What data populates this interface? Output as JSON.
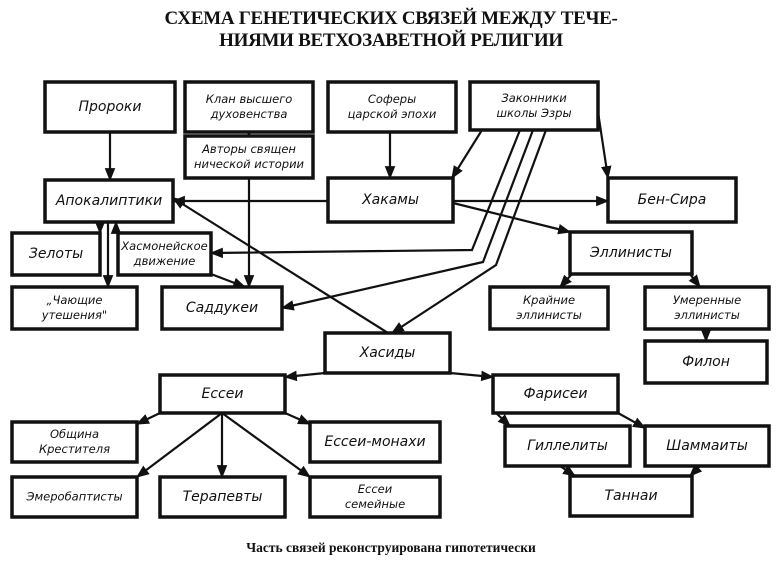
{
  "title": {
    "line1": "СХЕМА ГЕНЕТИЧЕСКИХ СВЯЗЕЙ МЕЖДУ ТЕЧЕ-",
    "line2": "НИЯМИ ВЕТХОЗАВЕТНОЙ РЕЛИГИИ"
  },
  "caption": "Часть связей реконструирована гипотетически",
  "nodes": {
    "proroki": [
      "Пророки"
    ],
    "klan": [
      "Клан высшего",
      "духовенства"
    ],
    "avtory": [
      "Авторы священ",
      "нической истории"
    ],
    "sofery": [
      "Соферы",
      "царской эпохи"
    ],
    "zakonniki": [
      "Законники",
      "школы Эзры"
    ],
    "apokaliptiki": [
      "Апокалиптики"
    ],
    "hakamy": [
      "Хакамы"
    ],
    "ben_sira": [
      "Бен-Сира"
    ],
    "zeloty": [
      "Зелоты"
    ],
    "hasmonei": [
      "Хасмонейское",
      "движение"
    ],
    "chayushchie": [
      "„Чающие",
      "утешения\""
    ],
    "sadducei": [
      "Саддукеи"
    ],
    "ellinisty": [
      "Эллинисты"
    ],
    "krainie": [
      "Крайние",
      "эллинисты"
    ],
    "umerennye": [
      "Умеренные",
      "эллинисты"
    ],
    "filon": [
      "Филон"
    ],
    "hasidy": [
      "Хасиды"
    ],
    "essei": [
      "Ессеи"
    ],
    "farisei": [
      "Фарисеи"
    ],
    "obshchina": [
      "Община",
      "Крестителя"
    ],
    "essei_monahi": [
      "Ессеи-монахи"
    ],
    "gilleliti": [
      "Гиллелиты"
    ],
    "shammaity": [
      "Шаммаиты"
    ],
    "emerobaptisty": [
      "Эмеробаптисты"
    ],
    "terapevty": [
      "Терапевты"
    ],
    "essei_semeinye": [
      "Ессеи",
      "семейные"
    ],
    "tannai": [
      "Таннаи"
    ]
  },
  "edges": [
    [
      "proroki",
      "apokaliptiki"
    ],
    [
      "klan",
      "avtory"
    ],
    [
      "avtory",
      "sadducei"
    ],
    [
      "sofery",
      "hakamy"
    ],
    [
      "zakonniki",
      "hakamy"
    ],
    [
      "zakonniki",
      "ben_sira"
    ],
    [
      "zakonniki",
      "hasmonei"
    ],
    [
      "zakonniki",
      "sadducei"
    ],
    [
      "zakonniki",
      "hasidy"
    ],
    [
      "hakamy",
      "apokaliptiki"
    ],
    [
      "hakamy",
      "ben_sira"
    ],
    [
      "hakamy",
      "ellinisty"
    ],
    [
      "apokaliptiki",
      "zeloty"
    ],
    [
      "apokaliptiki",
      "chayushchie"
    ],
    [
      "hasmonei",
      "apokaliptiki"
    ],
    [
      "hasmonei",
      "sadducei"
    ],
    [
      "hasidy",
      "apokaliptiki"
    ],
    [
      "ellinisty",
      "krainie"
    ],
    [
      "ellinisty",
      "umerennye"
    ],
    [
      "umerennye",
      "filon"
    ],
    [
      "hasidy",
      "essei"
    ],
    [
      "hasidy",
      "farisei"
    ],
    [
      "essei",
      "obshchina"
    ],
    [
      "essei",
      "essei_monahi"
    ],
    [
      "essei",
      "emerobaptisty"
    ],
    [
      "essei",
      "terapevty"
    ],
    [
      "essei",
      "essei_semeinye"
    ],
    [
      "farisei",
      "gilleliti"
    ],
    [
      "farisei",
      "shammaity"
    ],
    [
      "gilleliti",
      "tannai"
    ],
    [
      "shammaity",
      "tannai"
    ]
  ]
}
